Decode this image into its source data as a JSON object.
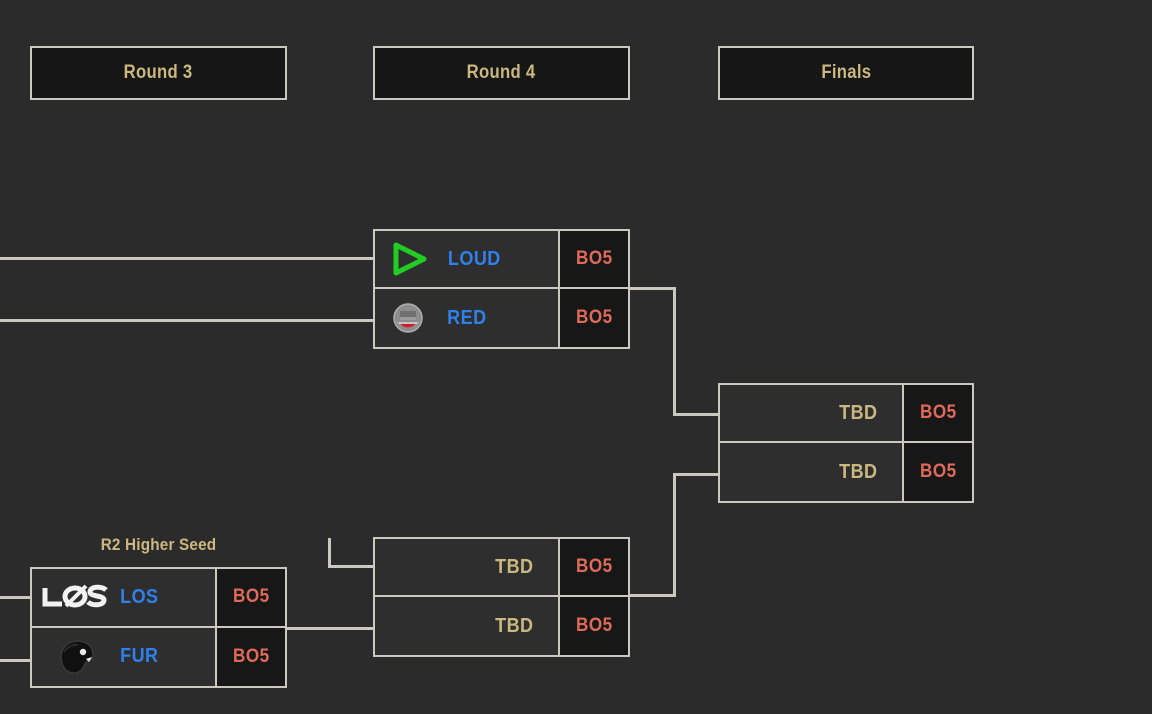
{
  "theme": {
    "background": "#2b2b2b",
    "line_color": "#c9c9c1",
    "box_fill": "#2e2e2e",
    "bo_fill": "#171717",
    "team_color": "#2f80ea",
    "tbd_color": "#cbb780",
    "bo_color": "#e06a5a",
    "header_fill": "#161616",
    "header_text": "#cbb780"
  },
  "headers": [
    {
      "label": "Round 3"
    },
    {
      "label": "Round 4"
    },
    {
      "label": "Finals"
    }
  ],
  "matches": {
    "round4_top": {
      "caption": "",
      "rows": [
        {
          "logo": "loud-triangle-icon",
          "team": "LOUD",
          "format": "BO5"
        },
        {
          "logo": "red-canids-icon",
          "team": "RED",
          "format": "BO5"
        }
      ]
    },
    "round4_bottom": {
      "caption": "",
      "rows": [
        {
          "logo": "",
          "team": "TBD",
          "format": "BO5"
        },
        {
          "logo": "",
          "team": "TBD",
          "format": "BO5"
        }
      ]
    },
    "finals": {
      "caption": "",
      "rows": [
        {
          "logo": "",
          "team": "TBD",
          "format": "BO5"
        },
        {
          "logo": "",
          "team": "TBD",
          "format": "BO5"
        }
      ]
    },
    "round3_bottom": {
      "caption": "R2 Higher Seed",
      "rows": [
        {
          "logo": "los-wordmark-icon",
          "team": "LOS",
          "format": "BO5"
        },
        {
          "logo": "furia-panther-icon",
          "team": "FUR",
          "format": "BO5"
        }
      ]
    }
  }
}
